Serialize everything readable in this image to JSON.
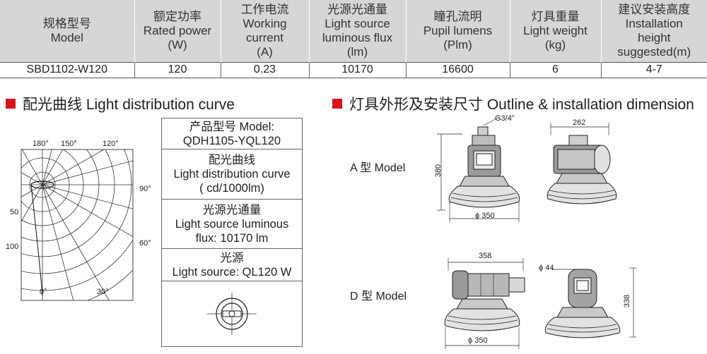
{
  "table": {
    "headers": [
      {
        "zh": "规格型号",
        "en": [
          "Model"
        ]
      },
      {
        "zh": "额定功率",
        "en": [
          "Rated power",
          "(W)"
        ]
      },
      {
        "zh": "工作电流",
        "en": [
          "Working",
          "current",
          "(A)"
        ]
      },
      {
        "zh": "光源光通量",
        "en": [
          "Light source",
          "luminous flux",
          "(lm)"
        ]
      },
      {
        "zh": "瞳孔流明",
        "en": [
          "Pupil lumens",
          "(Plm)"
        ]
      },
      {
        "zh": "灯具重量",
        "en": [
          "Light weight",
          "(kg)"
        ]
      },
      {
        "zh": "建议安装高度",
        "en": [
          "Installation",
          "height",
          "suggested(m)"
        ]
      }
    ],
    "row": [
      "SBD1102-W120",
      "120",
      "0.23",
      "10170",
      "16600",
      "6",
      "4-7"
    ]
  },
  "sections": {
    "light_curve": "配光曲线 Light distribution curve",
    "outline": "灯具外形及安装尺寸 Outline & installation dimension"
  },
  "polar": {
    "angle_labels": [
      "180°",
      "150°",
      "120°",
      "90°",
      "60°",
      "0°",
      "30°"
    ],
    "radial_labels": [
      "50",
      "100"
    ]
  },
  "info": {
    "model_zh": "产品型号 Model:",
    "model_value": "QDH1105-YQL120",
    "curve_zh": "配光曲线",
    "curve_en": "Light distribution curve",
    "curve_unit": "( cd/1000lm)",
    "flux_zh": "光源光通量",
    "flux_en": "Light source luminous",
    "flux_value": "flux: 10170 lm",
    "source_zh": "光源",
    "source_value": "Light source: QL120 W"
  },
  "models": {
    "a_label": "A 型 Model",
    "d_label": "D 型 Model",
    "a_thread": "G3/4\"",
    "a_height": "380",
    "a_width": "262",
    "a_diameter": "ϕ 350",
    "d_length": "358",
    "d_pipe": "ϕ 44",
    "d_height": "338",
    "d_diameter": "ϕ 350"
  }
}
